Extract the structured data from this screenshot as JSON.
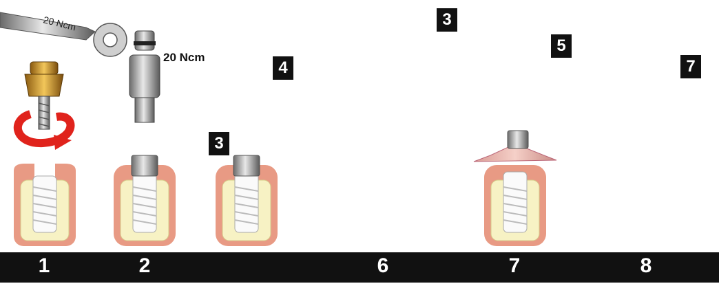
{
  "wrench_label": "20 Ncm",
  "torque_label": "20 Ncm",
  "badges": {
    "step3_denture": "3",
    "step3_photo": "3",
    "step4": "4",
    "step5": "5",
    "step7_photo": "7"
  },
  "steps": [
    "1",
    "2",
    "6",
    "7",
    "8"
  ],
  "colors": {
    "gum": "#e89a84",
    "bone": "#f7f2c4",
    "rotate_red": "#e0231c",
    "rotate_green": "#3fd13a",
    "denture": "#a04e48",
    "footer": "#111111"
  }
}
